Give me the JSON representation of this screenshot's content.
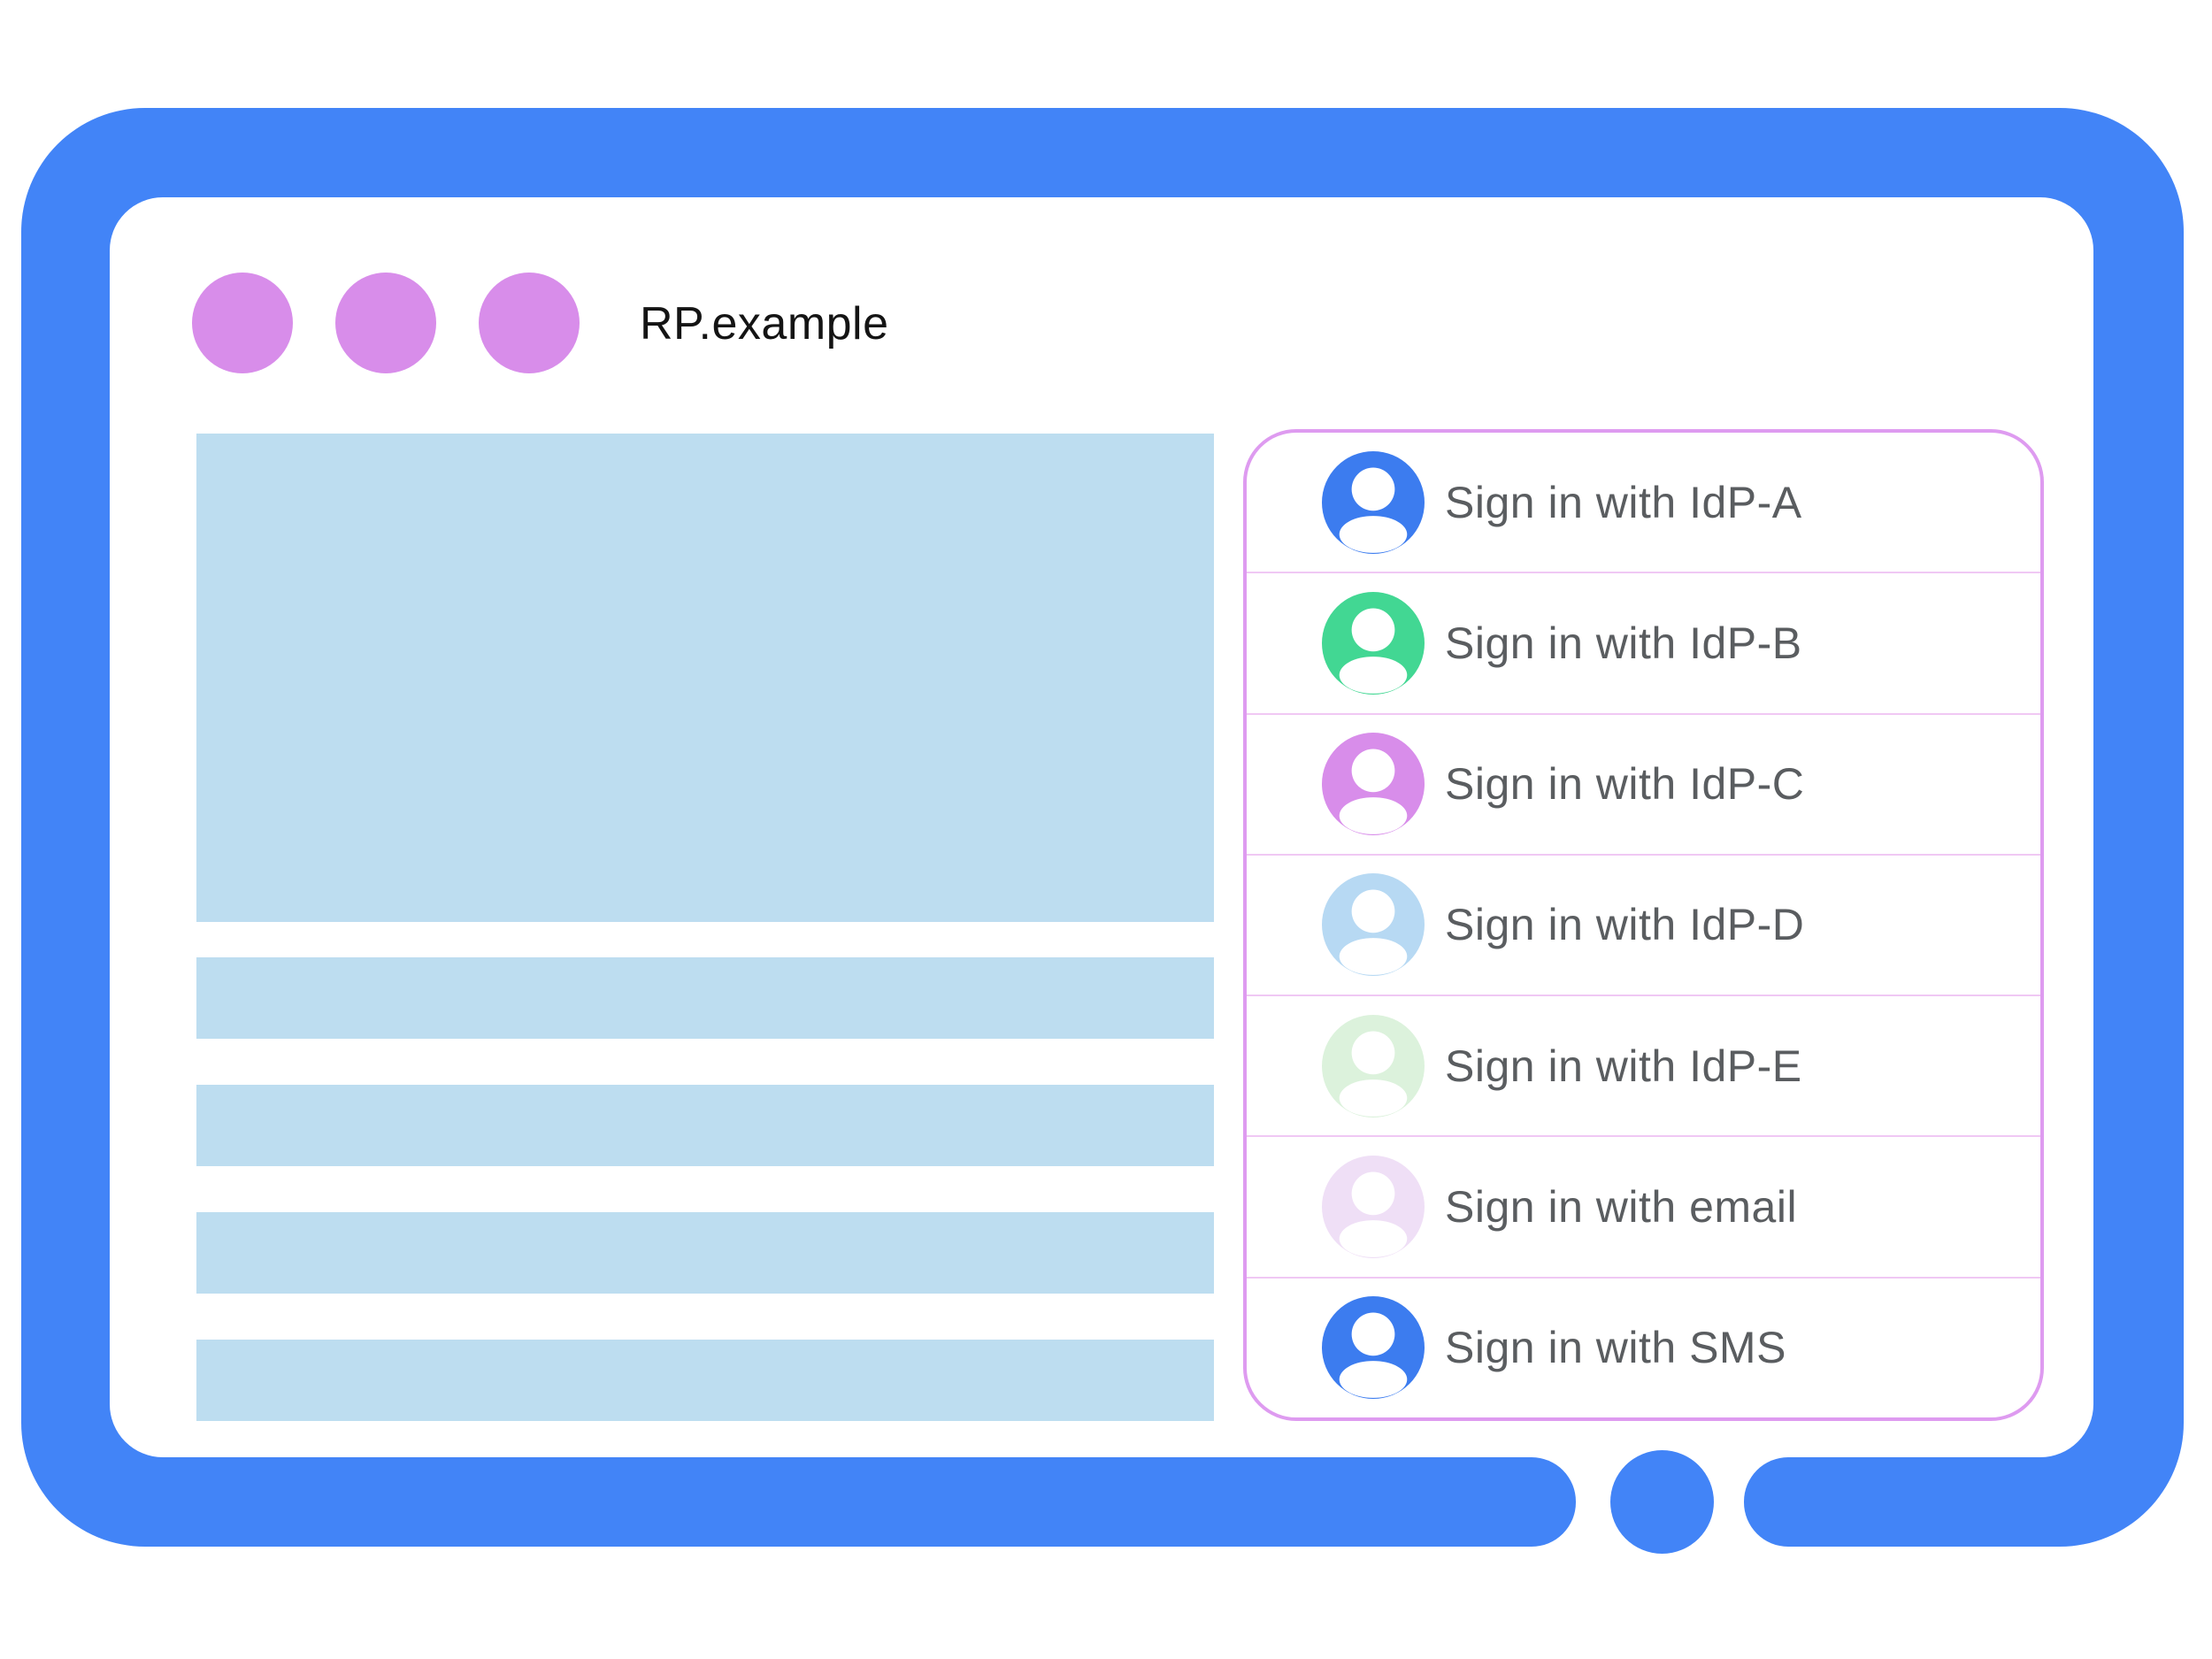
{
  "window": {
    "title": "RP.example",
    "control_dots": 3
  },
  "signin_panel": {
    "options": [
      {
        "label": "Sign in with IdP-A",
        "avatar_color": "#3C7CEF"
      },
      {
        "label": "Sign in with IdP-B",
        "avatar_color": "#42D793"
      },
      {
        "label": "Sign in with IdP-C",
        "avatar_color": "#D88DEA"
      },
      {
        "label": "Sign in with IdP-D",
        "avatar_color": "#B7D9F3"
      },
      {
        "label": "Sign in with IdP-E",
        "avatar_color": "#DCF2DC"
      },
      {
        "label": "Sign in with email",
        "avatar_color": "#EFDFF6"
      },
      {
        "label": "Sign in with SMS",
        "avatar_color": "#3C7CEF"
      }
    ]
  },
  "colors": {
    "frame": "#4284F7",
    "placeholder": "#BDDDF0",
    "window_dot": "#D88DEA",
    "panel_border": "#DE9BF0",
    "panel_divider": "#F0C8F4",
    "label_text": "#5A5D60",
    "title_text": "#141414"
  }
}
